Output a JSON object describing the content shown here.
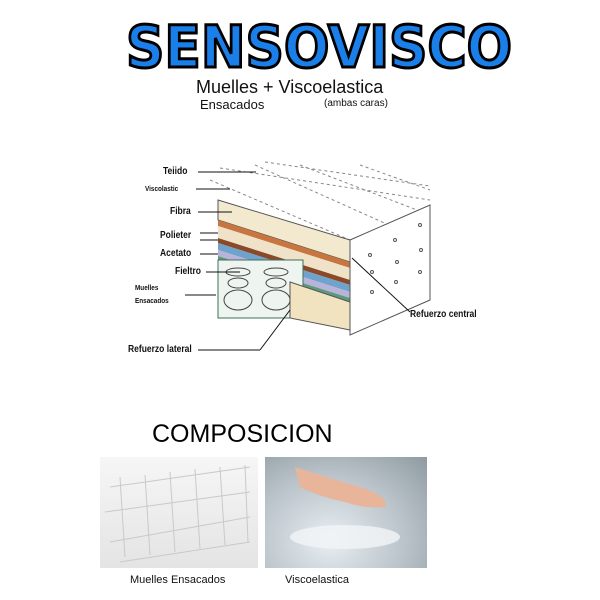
{
  "header": {
    "title": "SENSOVISCO",
    "subtitle_main": "Muelles + Viscoelastica",
    "subtitle_left": "Ensacados",
    "subtitle_right": "(ambas caras)"
  },
  "diagram": {
    "labels": {
      "tejido": "Teiido",
      "viscolastic": "Viscolastic",
      "fibra": "Fibra",
      "polieter": "Polieter",
      "acetato": "Acetato",
      "fieltro": "Fieltro",
      "muelles_1": "Muelles",
      "muelles_2": "Ensacados",
      "refuerzo_lateral": "Refuerzo lateral",
      "refuerzo_central": "Refuerzo central"
    }
  },
  "composition": {
    "heading": "COMPOSICION",
    "items": [
      {
        "caption": "Muelles Ensacados"
      },
      {
        "caption": "Viscoelastica"
      }
    ]
  },
  "colors": {
    "title_blue": "#1a7fe8"
  }
}
